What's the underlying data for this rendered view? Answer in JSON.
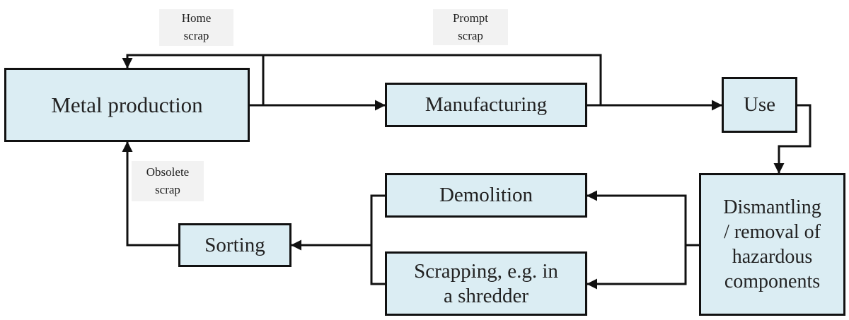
{
  "nodes": {
    "metal_production": "Metal production",
    "manufacturing": "Manufacturing",
    "use": "Use",
    "dismantling": [
      "Dismantling",
      "/ removal of",
      "hazardous",
      "components"
    ],
    "demolition": "Demolition",
    "scrapping": [
      "Scrapping, e.g. in",
      "a shredder"
    ],
    "sorting": "Sorting"
  },
  "labels": {
    "home_scrap": [
      "Home",
      "scrap"
    ],
    "prompt_scrap": [
      "Prompt",
      "scrap"
    ],
    "obsolete_scrap": [
      "Obsolete",
      "scrap"
    ]
  },
  "colors": {
    "box_fill": "#dbedf3",
    "label_bg": "#f2f2f2",
    "line": "#111111"
  }
}
